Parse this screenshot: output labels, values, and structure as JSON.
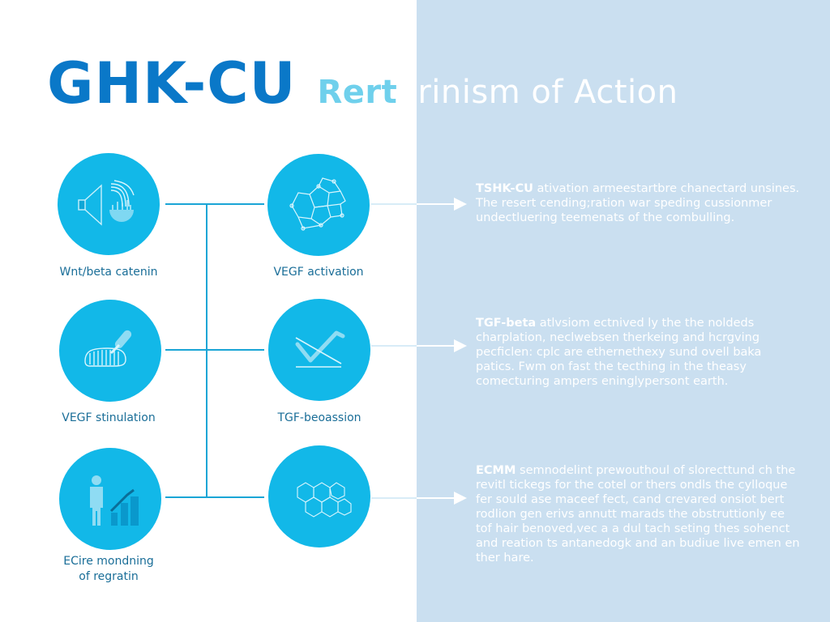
{
  "title": {
    "main": "GHK-CU",
    "sub_accent": "Rert",
    "sub_rest": "erinism of Action"
  },
  "colors": {
    "title": "#0a78c8",
    "title_accent": "#6fd0ec",
    "node_fill": "#12b8e8",
    "connector": "#1aa5d6",
    "panel": "#cadff0",
    "label": "#1a6e98"
  },
  "nodes": [
    {
      "label": "Wnt/beta catenin",
      "icon": "speaker-wave-icon"
    },
    {
      "label": "VEGF activation",
      "icon": "molecule-cage-icon"
    },
    {
      "label": "VEGF stinulation",
      "icon": "brush-comb-icon"
    },
    {
      "label": "TGF-beoassion",
      "icon": "checkmark-chart-icon"
    },
    {
      "label_line1": "ECire mondning",
      "label_line2": "of regratin",
      "icon": "person-growth-chart-icon"
    },
    {
      "label": "",
      "icon": "hexagon-molecule-icon"
    }
  ],
  "descriptions": [
    {
      "lead": "TSHK-CU",
      "text": " ativation armeestartbre chanectard unsines. The resert cending;ration war speding cussionmer undectluering teemenats of the combulling."
    },
    {
      "lead": "TGF-beta",
      "text": " atlvsiom ectnived ly the the noldeds charplation, neclwebsen therkeing and hcrgving pecficlen: cplc are ethernethexy sund ovell baka patics. Fwm on fast the tecthing in the theasy comecturing ampers eninglypersont earth."
    },
    {
      "lead": "ECMM",
      "text": " semnodelint prewouthoul of slorecttund ch the revitl tickegs for the cotel or thers ondls the cylloque fer sould ase maceef fect, cand crevared onsiot bert rodlion gen erivs annutt marads the obstruttionly ee tof hair benoved,vec a a dul tach seting thes sohenct and reation ts antanedogk and an budiue live emen en ther hare."
    }
  ]
}
